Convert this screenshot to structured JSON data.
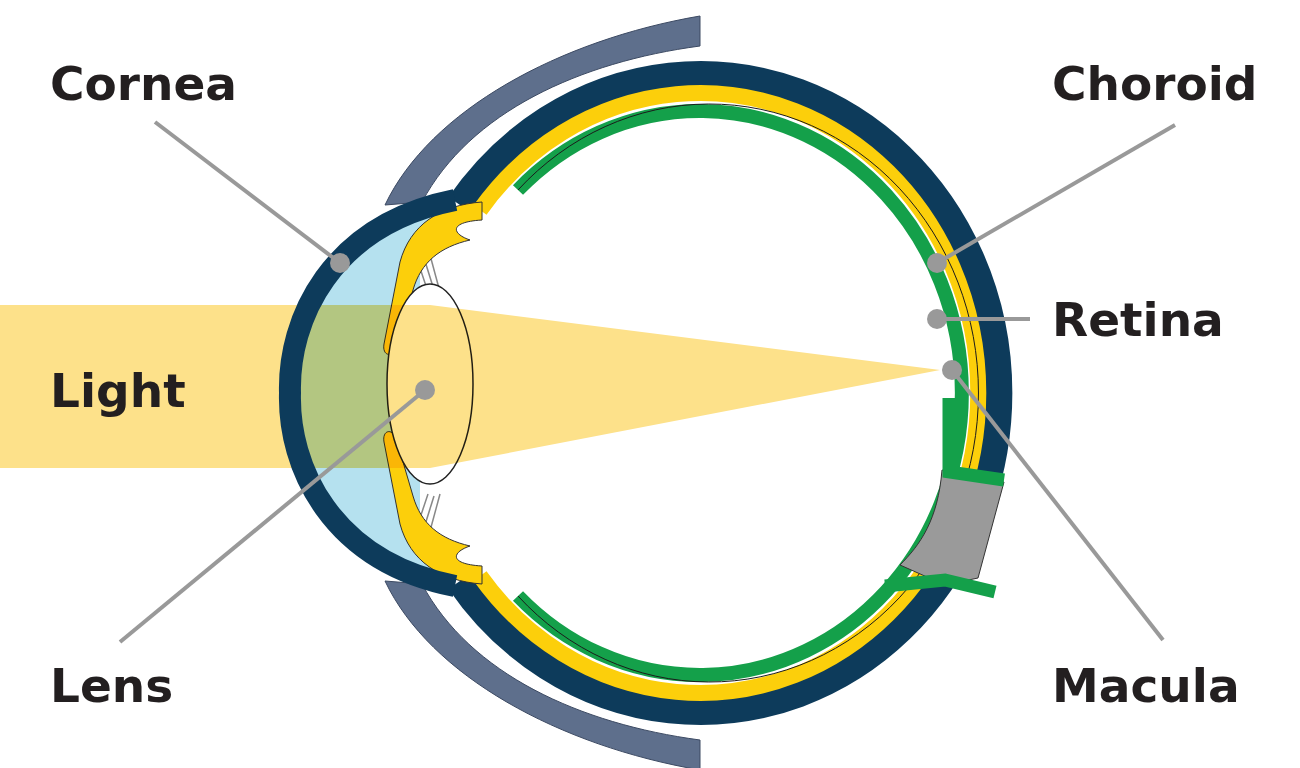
{
  "diagram": {
    "labels": [
      "Cornea",
      "Choroid",
      "Light",
      "Retina",
      "Lens",
      "Macula"
    ]
  }
}
